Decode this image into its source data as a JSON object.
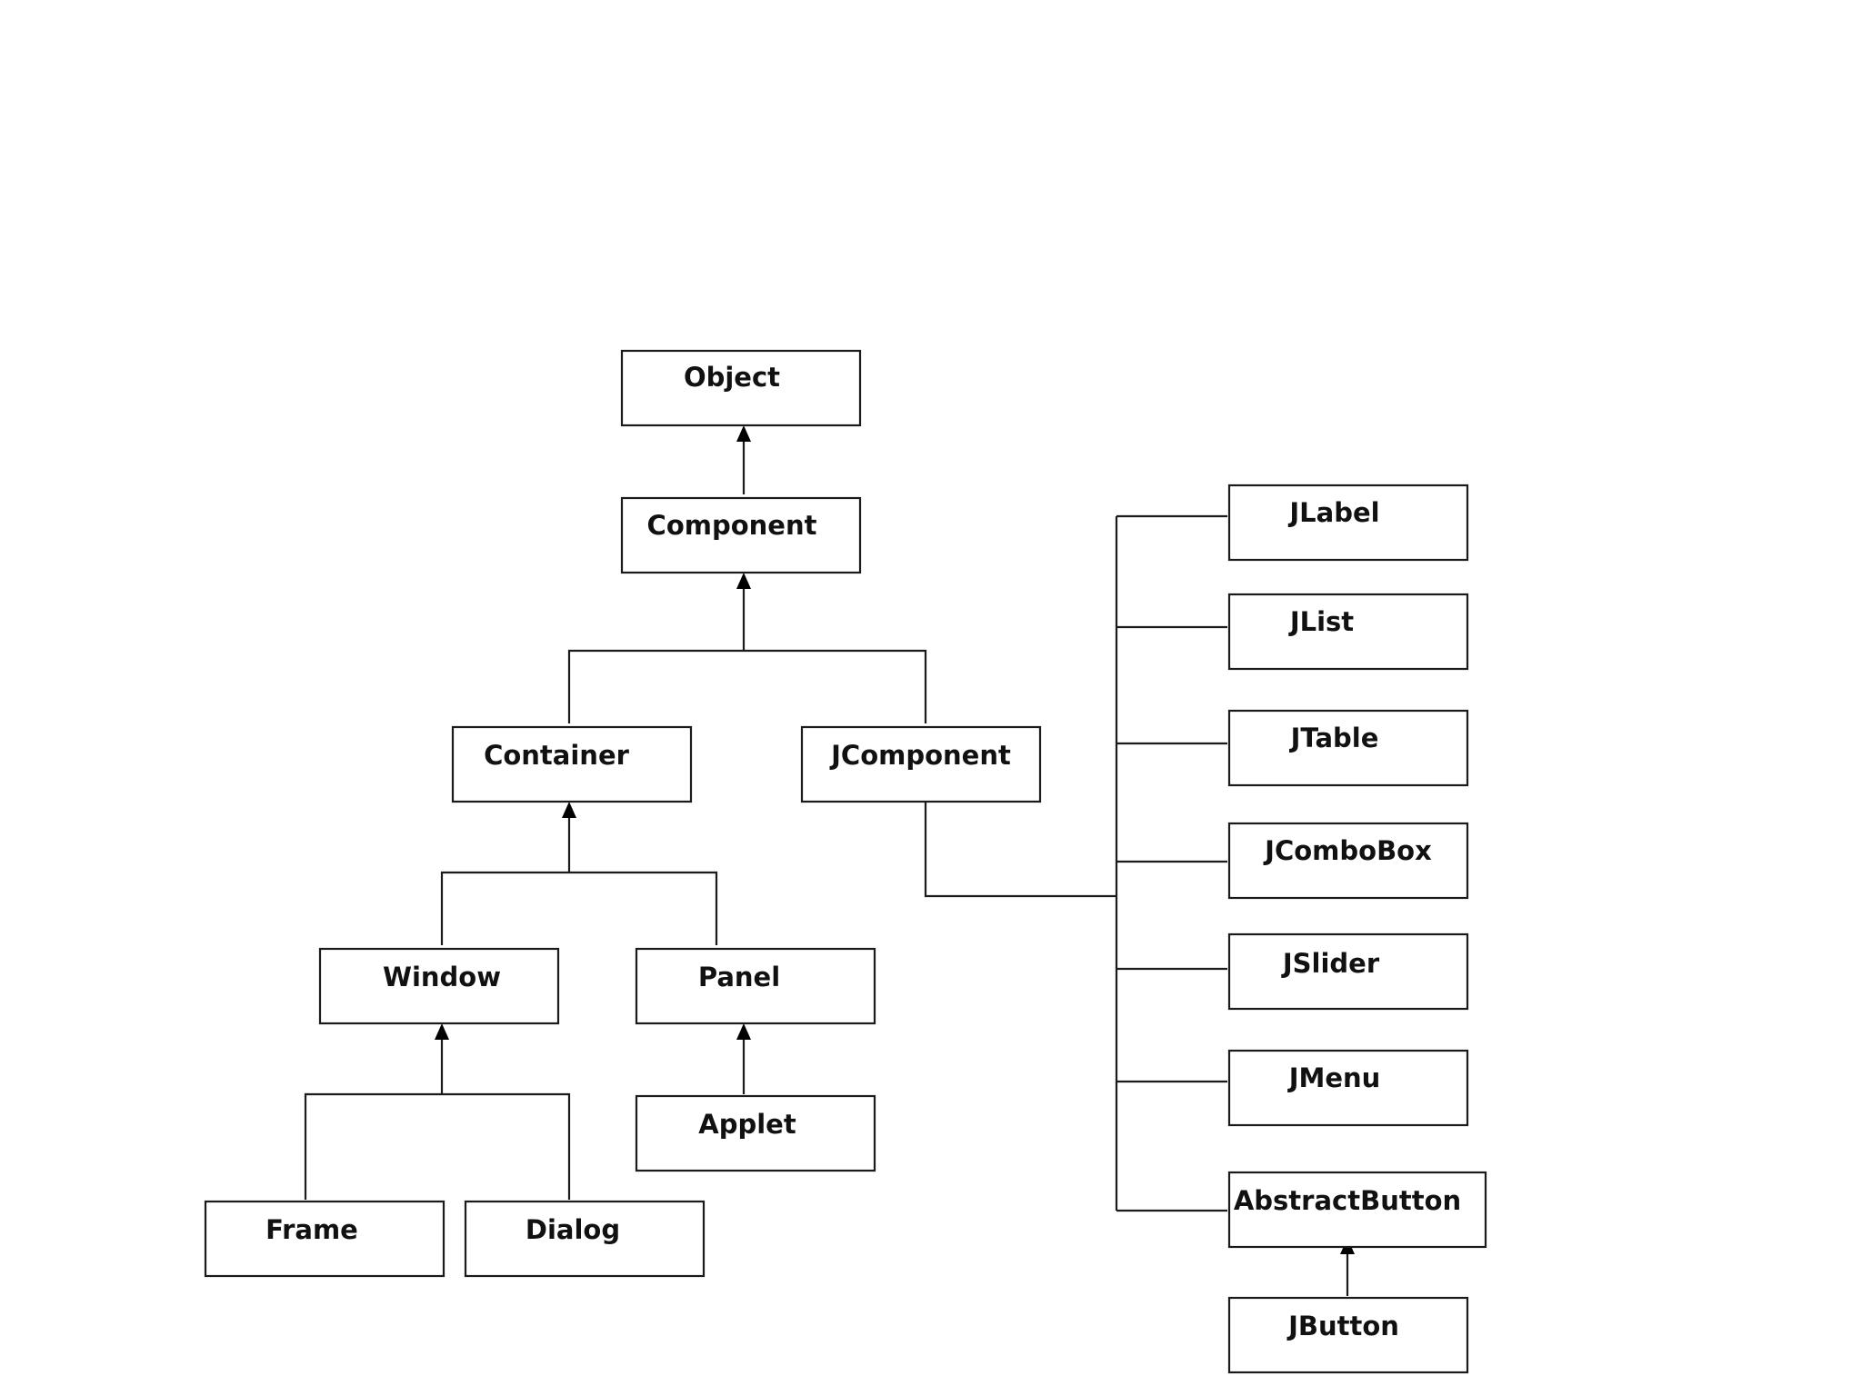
{
  "nodes": {
    "object": "Object",
    "component": "Component",
    "container": "Container",
    "jcomponent": "JComponent",
    "window": "Window",
    "panel": "Panel",
    "applet": "Applet",
    "frame": "Frame",
    "dialog": "Dialog",
    "jlabel": "JLabel",
    "jlist": "JList",
    "jtable": "JTable",
    "jcombobox": "JComboBox",
    "jslider": "JSlider",
    "jmenu": "JMenu",
    "abstractbutton": "AbstractButton",
    "jbutton": "JButton"
  },
  "edges": [
    {
      "from": "component",
      "to": "object"
    },
    {
      "from": "container",
      "to": "component"
    },
    {
      "from": "jcomponent",
      "to": "component"
    },
    {
      "from": "window",
      "to": "container"
    },
    {
      "from": "panel",
      "to": "container"
    },
    {
      "from": "frame",
      "to": "window"
    },
    {
      "from": "dialog",
      "to": "window"
    },
    {
      "from": "applet",
      "to": "panel"
    },
    {
      "from": "jlabel",
      "to": "jcomponent"
    },
    {
      "from": "jlist",
      "to": "jcomponent"
    },
    {
      "from": "jtable",
      "to": "jcomponent"
    },
    {
      "from": "jcombobox",
      "to": "jcomponent"
    },
    {
      "from": "jslider",
      "to": "jcomponent"
    },
    {
      "from": "jmenu",
      "to": "jcomponent"
    },
    {
      "from": "abstractbutton",
      "to": "jcomponent"
    },
    {
      "from": "jbutton",
      "to": "abstractbutton"
    }
  ]
}
